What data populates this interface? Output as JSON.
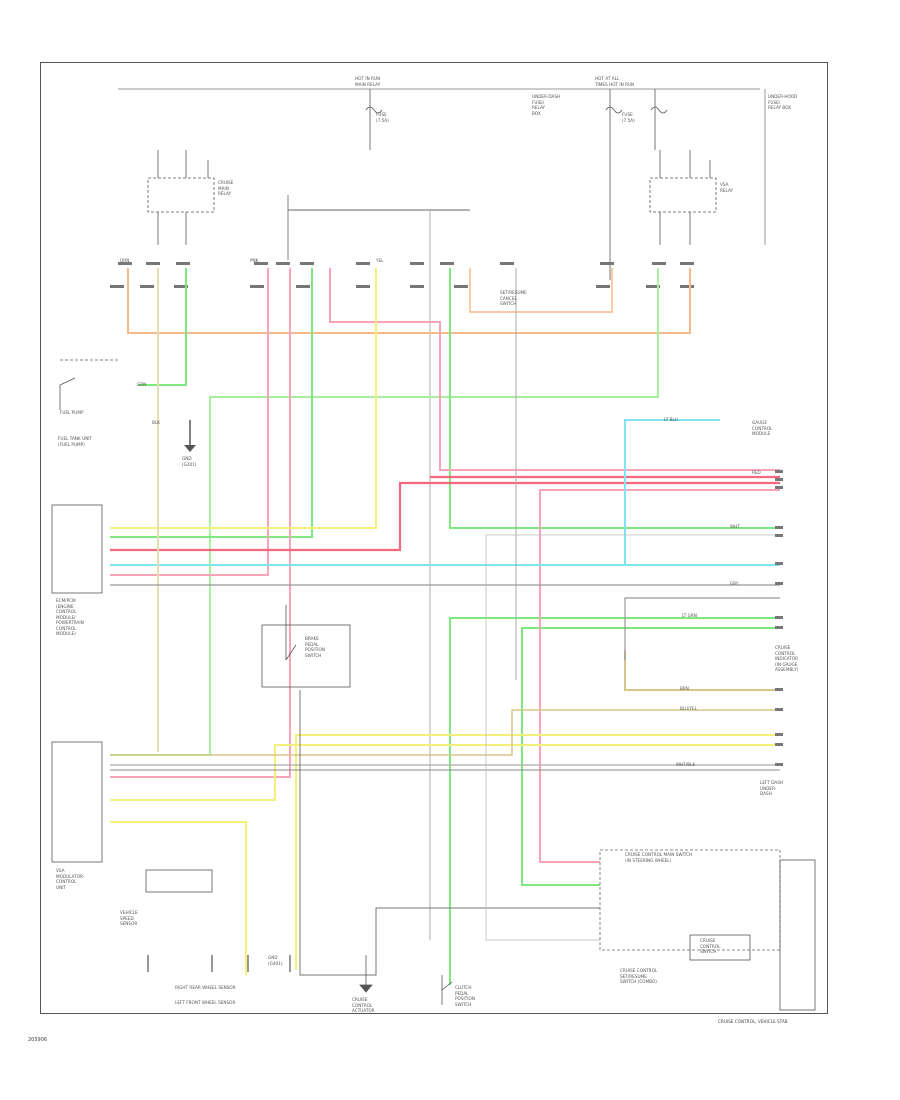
{
  "diagram": {
    "figure_code": "205906",
    "caption": "CRUISE CONTROL, VEHICLE STAB",
    "labels": {
      "top_bus_left": "HOT IN RUN\nMAIN RELAY",
      "top_bus_right": "HOT AT ALL\nTIMES  HOT IN RUN",
      "underdash_left": "UNDER-DASH\nFUSE/\nRELAY\nBOX",
      "underdash_right": "UNDER-HOOD\nFUSE/\nRELAY BOX",
      "fuse_no_left": "FUSE\n(7.5A)",
      "fuse_no_right": "FUSE\n(7.5A)",
      "cruise_relay": "CRUISE\nMAIN\nRELAY",
      "vsa_relay": "VSA\nRELAY",
      "fuel_pump": "FUEL PUMP",
      "fuel_tank_unit": "FUEL TANK UNIT\n(FUEL PUMP)",
      "ground_top": "GND\n(G201)",
      "ecm_pcm": "ECM/PCM\n(ENGINE\nCONTROL\nMODULE/\nPOWERTRAIN\nCONTROL\nMODULE)",
      "brake_switch": "BRAKE\nPEDAL\nPOSITION\nSWITCH",
      "vsa_modulator": "VSA\nMODULATOR-\nCONTROL\nUNIT",
      "gauge_control": "GAUGE\nCONTROL\nMODULE",
      "cruise_switch": "CRUISE CONTROL MAIN SWITCH\n(IN STEERING WHEEL)",
      "actuator": "CRUISE\nCONTROL\nACTUATOR",
      "speed_sensor": "VEHICLE\nSPEED\nSENSOR",
      "right_sensor": "RIGHT REAR WHEEL SENSOR",
      "left_sensor": "LEFT FRONT WHEEL SENSOR",
      "ground_bottom": "GND\n(G401)",
      "clutch": "CLUTCH\nPEDAL\nPOSITION\nSWITCH",
      "set_resume": "SET/RESUME\nCANCEL\nSWITCH",
      "combination": "CRUISE CONTROL\nSET/RESUME\nSWITCH (COMBO)",
      "cruise_switch_sub": "CRUISE\nCONTROL\nSWITCH",
      "right_box": "CRUISE\nCONTROL\nINDICATOR\n(IN GAUGE\nASSEMBLY)",
      "left_dash": "LEFT DASH\nUNDER-\nDASH"
    },
    "wire_tags": [
      "GRN",
      "YEL",
      "ORN",
      "PNK",
      "RED",
      "LT BLU",
      "BLK",
      "WHT",
      "GRY",
      "BRN",
      "LT GRN",
      "BLU/YEL",
      "WHT/BLK"
    ],
    "colors": {
      "orange": "#f5b98a",
      "green": "#7de87d",
      "light_green": "#a8efa0",
      "pink": "#f7a3b8",
      "red": "#f2687f",
      "yellow": "#f4f07a",
      "cyan": "#7fe4f2",
      "tan": "#d8c688",
      "gray": "#9a9a9a",
      "dark": "#666666"
    }
  }
}
